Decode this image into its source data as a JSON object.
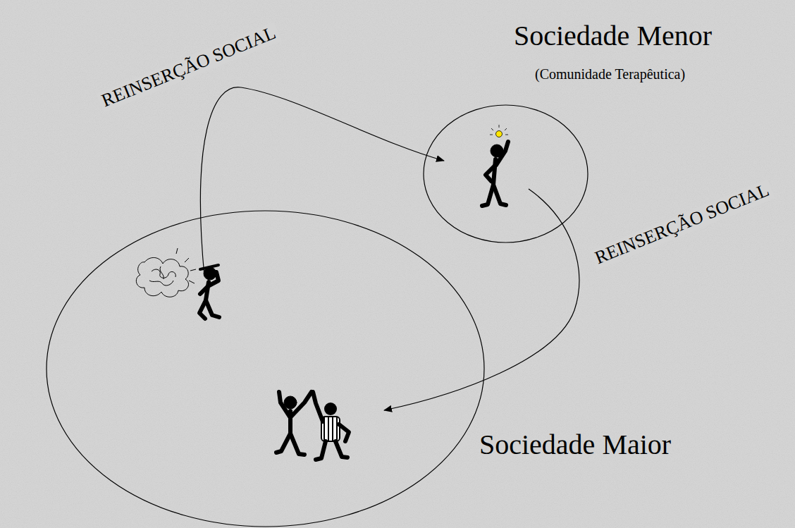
{
  "diagram": {
    "nodes": [
      {
        "text": [
          "Sociedade Menor",
          "(Comunidade Terapêutica)"
        ]
      },
      {
        "text": [
          "Sociedade Maior"
        ]
      }
    ],
    "edges": [
      {
        "from": 1,
        "to": 0,
        "arrow": "to",
        "label": "REINSERÇÃO SOCIAL"
      },
      {
        "from": 0,
        "to": 1,
        "arrow": "to",
        "label": "REINSERÇÃO SOCIAL"
      }
    ]
  }
}
